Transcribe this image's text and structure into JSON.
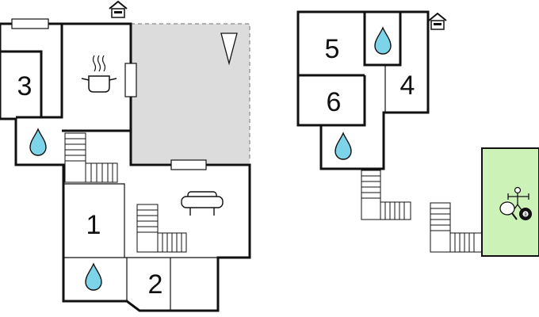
{
  "colors": {
    "wall": "#111111",
    "terrace": "#dcdcdc",
    "garden": "#ccf2b8",
    "water": "#7dd3e8"
  },
  "rooms": [
    {
      "id": "room-1",
      "label": "1"
    },
    {
      "id": "room-2",
      "label": "2"
    },
    {
      "id": "room-3",
      "label": "3"
    },
    {
      "id": "room-4",
      "label": "4"
    },
    {
      "id": "room-5",
      "label": "5"
    },
    {
      "id": "room-6",
      "label": "6"
    }
  ],
  "icons": {
    "bathroom": "water-drop-icon",
    "kitchen": "cooking-pot-icon",
    "living": "sofa-icon",
    "entrance": "house-entrance-icon",
    "terrace": "triangle-marker-icon",
    "table_football": "table-football-icon",
    "table_tennis": "ping-pong-paddle-icon",
    "billiards": "eight-ball-icon",
    "stairs": "staircase-icon"
  },
  "billiard_ball_label": "8"
}
